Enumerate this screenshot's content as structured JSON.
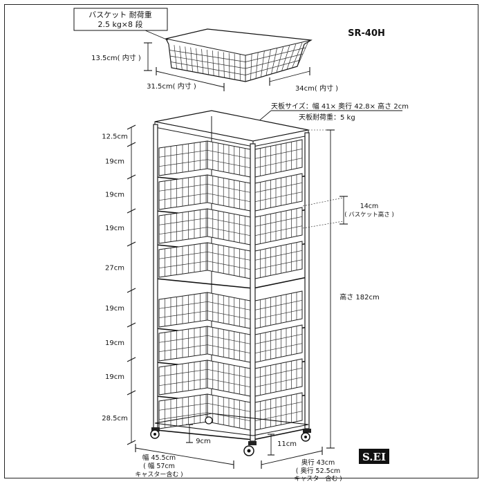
{
  "model": "SR-40H",
  "basket_box": {
    "title": "バスケット 耐荷重",
    "load": "2.5 kg×8 段"
  },
  "basket_dims": {
    "height": "13.5cm( 内寸 )",
    "width": "31.5cm( 内寸 )",
    "depth": "34cm( 内寸 )"
  },
  "top_board": {
    "size": "天板サイズ：幅 41× 奥行 42.8× 高さ 2cm",
    "load": "天板耐荷重：5 kg"
  },
  "left_dims": [
    "12.5cm",
    "19cm",
    "19cm",
    "19cm",
    "27cm",
    "19cm",
    "19cm",
    "19cm",
    "28.5cm"
  ],
  "right_dims": {
    "basket_height": "14cm",
    "basket_height_note": "( バスケット高さ )",
    "total_height": "高さ 182cm"
  },
  "bottom_dims": {
    "bottom_gap": "9cm",
    "caster_height": "11cm",
    "width_line1": "幅 45.5cm",
    "width_line2": "( 幅 57cm",
    "width_line3": "キャスター含む )",
    "depth_line1": "奥行 43cm",
    "depth_line2": "( 奥行 52.5cm",
    "depth_line3": "キャスター含む )"
  },
  "brand": "S.EI",
  "colors": {
    "ink": "#111111",
    "background": "#ffffff",
    "brand_bg": "#111111"
  }
}
